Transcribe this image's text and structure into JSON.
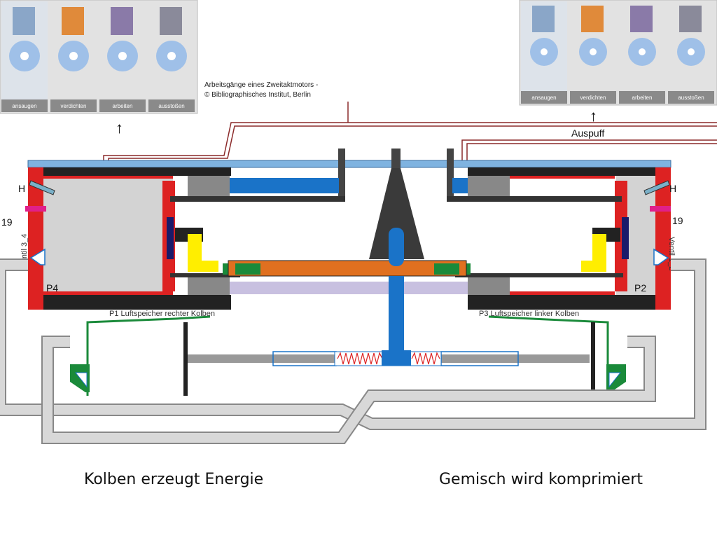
{
  "credit": {
    "line1": "Arbeitsgänge eines Zweitaktmotors -",
    "line2": "© Bibliographisches Institut, Berlin"
  },
  "strip_left": {
    "steps": [
      "ansaugen",
      "verdichten",
      "arbeiten",
      "ausstoßen"
    ]
  },
  "strip_right": {
    "steps": [
      "ansaugen",
      "verdichten",
      "arbeiten",
      "ausstoßen"
    ]
  },
  "arrows": {
    "left": "↑",
    "right": "↑"
  },
  "exhaust_label": "Auspuff",
  "engine": {
    "h_left": "H",
    "h_right": "H",
    "num_left": "19",
    "num_right": "19",
    "valve_left": "Ventil 3_4",
    "valve_right": "Ventil 1_2",
    "p4": "P4",
    "p2": "P2",
    "p1_label": "P1 Luftspeicher rechter Kolben",
    "p3_label": "P3 Luftspeicher linker Kolben"
  },
  "captions": {
    "left": "Kolben erzeugt Energie",
    "right": "Gemisch wird komprimiert"
  },
  "colors": {
    "red": "#dd2222",
    "blue": "#1a73c8",
    "lightblue": "#7fb3e0",
    "orange": "#e07020",
    "green": "#1a8a3a",
    "yellow": "#ffee00",
    "gray": "#9a9a9a",
    "darkgray": "#555555",
    "lavender": "#c8c0e0",
    "pipe": "#c8c8c8"
  }
}
